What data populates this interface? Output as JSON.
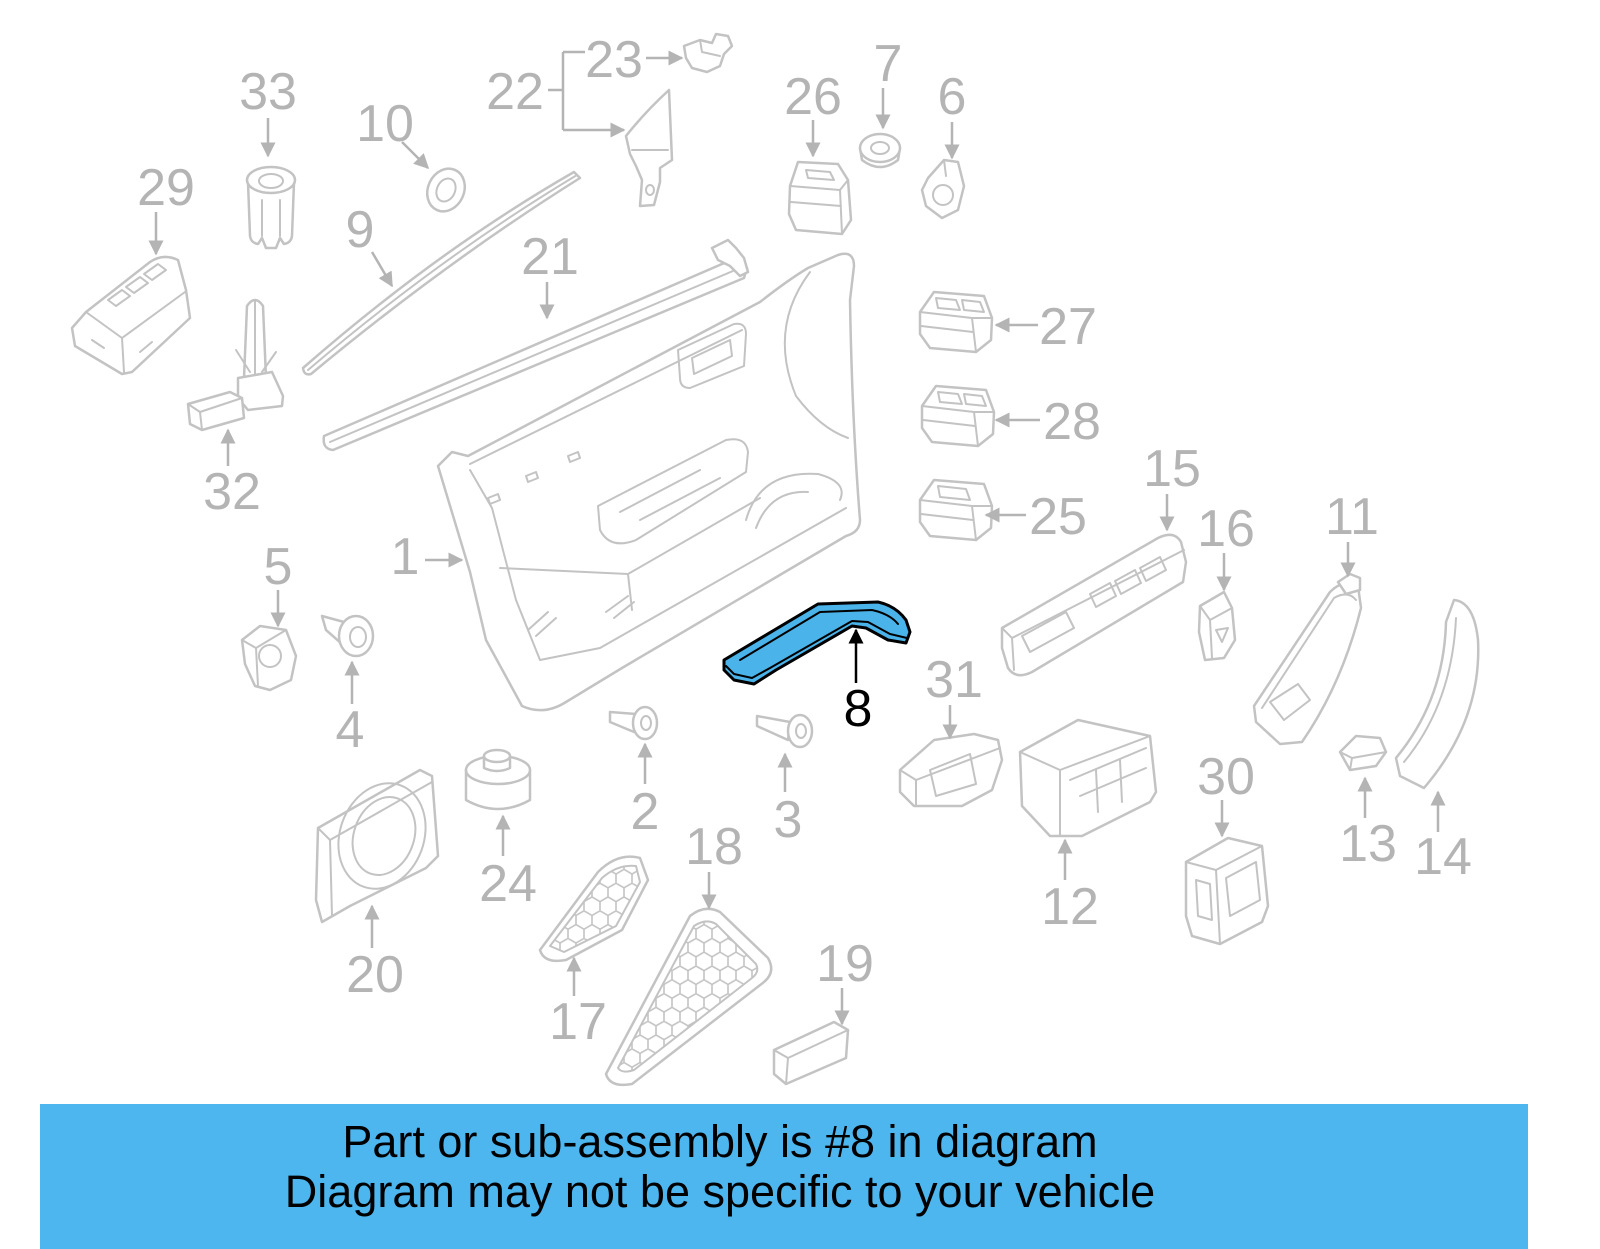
{
  "diagram": {
    "callouts": [
      "1",
      "2",
      "3",
      "4",
      "5",
      "6",
      "7",
      "8",
      "9",
      "10",
      "11",
      "12",
      "13",
      "14",
      "15",
      "16",
      "17",
      "18",
      "19",
      "20",
      "21",
      "22",
      "23",
      "24",
      "25",
      "26",
      "27",
      "28",
      "29",
      "30",
      "31",
      "32",
      "33"
    ]
  },
  "banner": {
    "line1": "Part or sub-assembly is #8 in diagram",
    "line2": "Diagram may not be specific to your vehicle"
  },
  "colors": {
    "part_line": "#c3c3c3",
    "callout_text": "#b4b4b4",
    "highlight_fill": "#4ab4ea",
    "highlight_outline": "#000000",
    "highlight_callout": "#000000",
    "banner_background": "#4db6ee",
    "banner_text": "#000000"
  }
}
